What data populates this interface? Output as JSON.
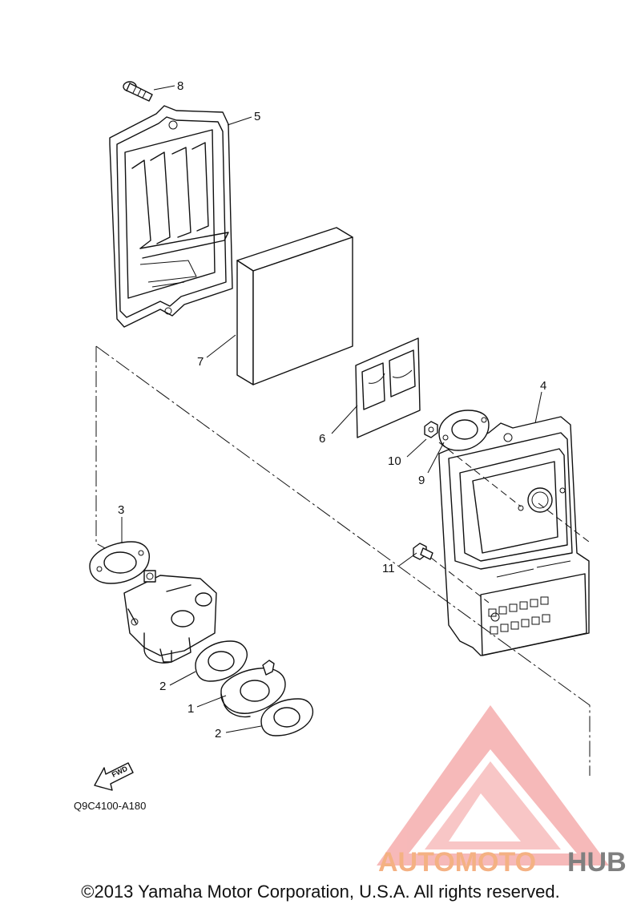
{
  "callouts": {
    "c1": "1",
    "c2a": "2",
    "c2b": "2",
    "c3": "3",
    "c4": "4",
    "c5": "5",
    "c6": "6",
    "c7": "7",
    "c8": "8",
    "c9": "9",
    "c10": "10",
    "c11": "11"
  },
  "fwd_label": "FWD",
  "diagram_code": "Q9C4100-A180",
  "copyright": "©2013 Yamaha Motor Corporation, U.S.A. All rights reserved.",
  "watermark": {
    "part1": "AUTOMOTO",
    "part2": "HUB",
    "color1": "#f4b183",
    "color2": "#7f7f7f",
    "triangle_color": "#f08080"
  }
}
